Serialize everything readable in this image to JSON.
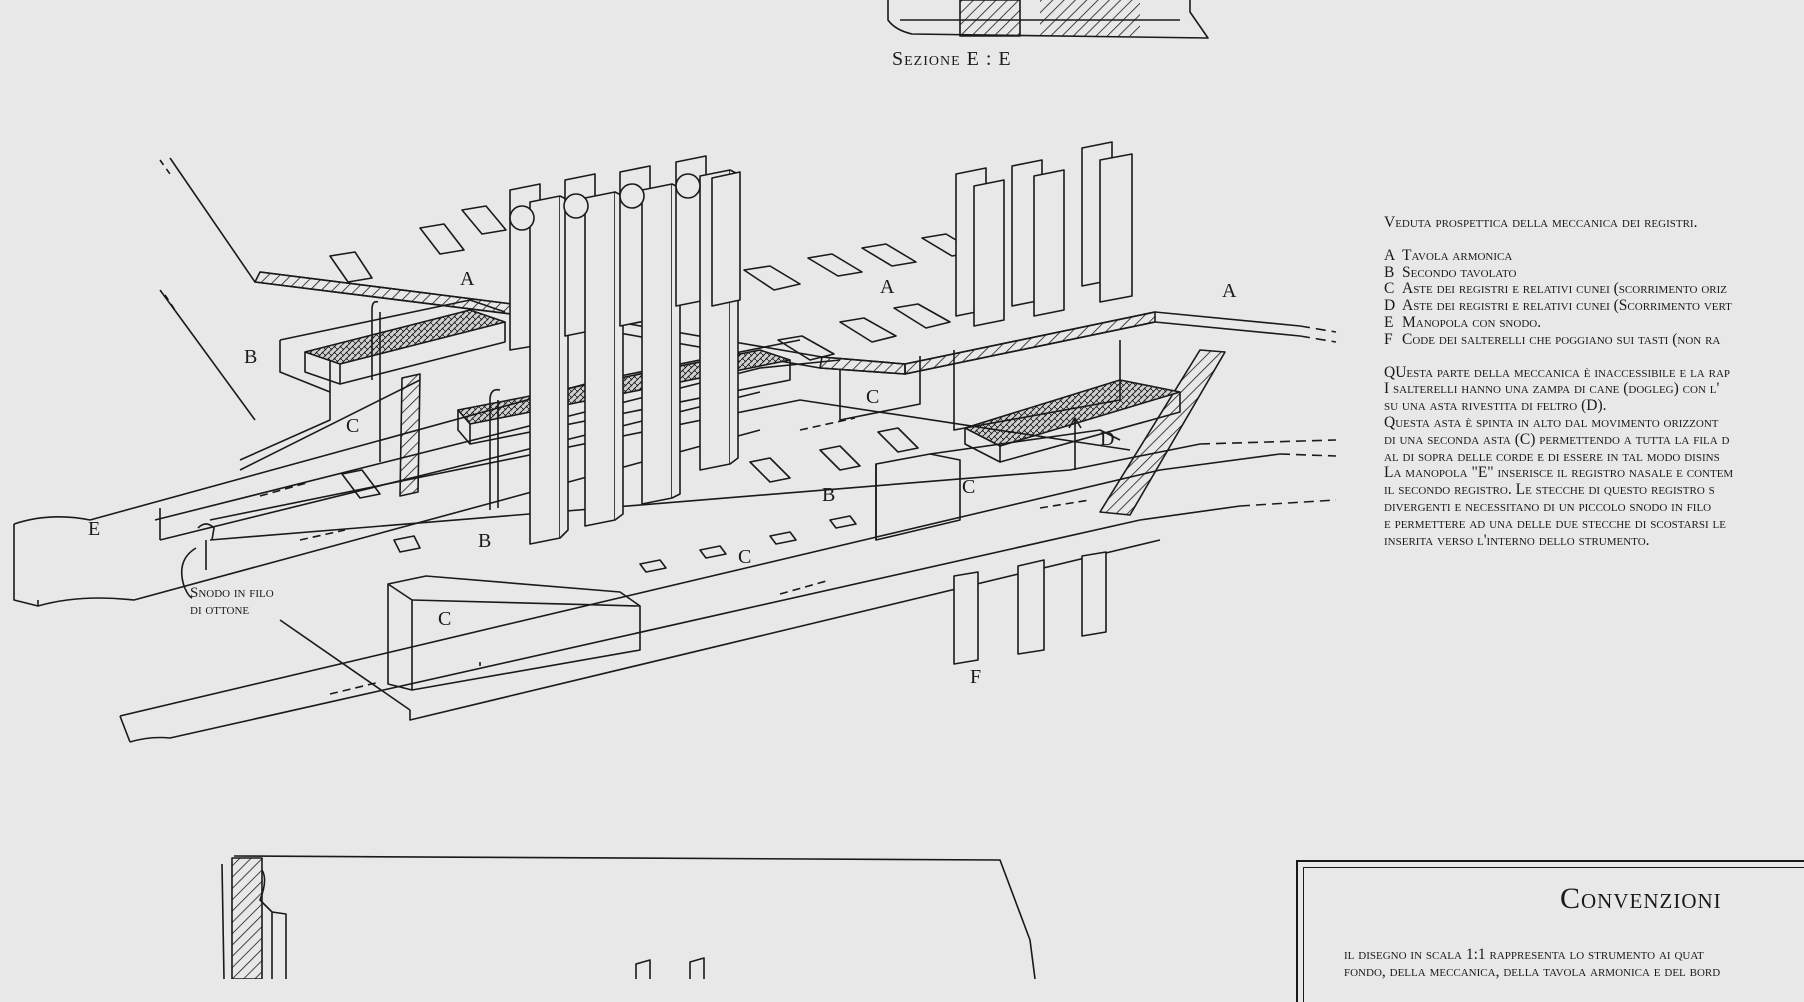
{
  "section_caption": "Sezione E : E",
  "legend": {
    "title": "Veduta prospettica della meccanica dei registri.",
    "items": [
      {
        "letter": "A",
        "text": "Tavola armonica"
      },
      {
        "letter": "B",
        "text": "Secondo tavolato"
      },
      {
        "letter": "C",
        "text": "Aste dei registri e relativi cunei (scorrimento oriz"
      },
      {
        "letter": "D",
        "text": "Aste dei registri e relativi cunei (Scorrimento vert"
      },
      {
        "letter": "E",
        "text": "Manopola con snodo."
      },
      {
        "letter": "F",
        "text": "Code dei salterelli che poggiano sui tasti (non ra"
      }
    ],
    "paragraph": [
      "QUesta parte della meccanica è inaccessibile e la rap",
      "I salterelli hanno una zampa di cane (dogleg) con l'",
      "su una asta rivestita di feltro (D).",
      "Questa asta è spinta in alto dal movimento orizzont",
      "di una seconda asta (C) permettendo a tutta la fila d",
      "al di sopra delle corde e di essere in tal modo disins",
      "La manopola \"E\" inserisce il registro nasale e contem",
      "il secondo registro. Le stecche di questo registro s",
      "divergenti e necessitano di un piccolo snodo in filo",
      "e permettere ad una delle due stecche di scostarsi le",
      "inserita verso l'interno dello strumento."
    ]
  },
  "labels": {
    "A1": "A",
    "A2": "A",
    "A3": "A",
    "B1": "B",
    "B2": "B",
    "B3": "B",
    "C1": "C",
    "C2": "C",
    "C3": "C",
    "C4": "C",
    "C5": "C",
    "D": "D",
    "E": "E",
    "F": "F",
    "snodo_line1": "Snodo in filo",
    "snodo_line2": "di ottone"
  },
  "conventions": {
    "title": "Convenzioni",
    "lines": [
      "il disegno in scala 1:1 rappresenta lo strumento ai quat",
      "fondo, della meccanica, della tavola armonica e del bord"
    ]
  }
}
